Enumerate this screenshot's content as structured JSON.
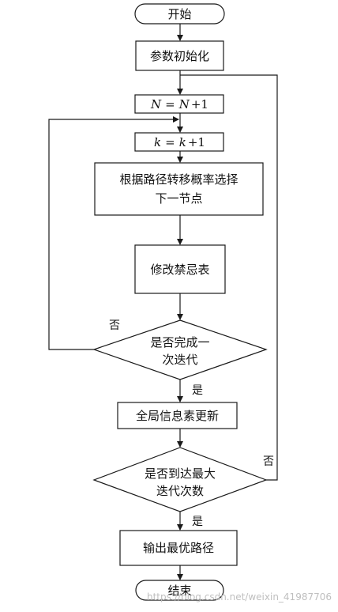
{
  "flow": {
    "start": "开始",
    "init": "参数初始化",
    "n_update": {
      "lhs": "N",
      "eq": "=",
      "rhs_var": "N",
      "rhs_op": "+1"
    },
    "k_update": {
      "lhs": "k",
      "eq": "=",
      "rhs_var": "k",
      "rhs_op": "+1"
    },
    "select_next": [
      "根据路径转移概率选择",
      "下一节点"
    ],
    "modify_tabu": "修改禁忌表",
    "decision_iter": [
      "是否完成一",
      "次迭代"
    ],
    "global_update": "全局信息素更新",
    "decision_max": [
      "是否到达最大",
      "迭代次数"
    ],
    "output": "输出最优路径",
    "end": "结束"
  },
  "labels": {
    "no_iter": "否",
    "yes_iter": "是",
    "no_max": "否",
    "yes_max": "是"
  },
  "watermark": "https://blog.csdn.net/weixin_41987706"
}
